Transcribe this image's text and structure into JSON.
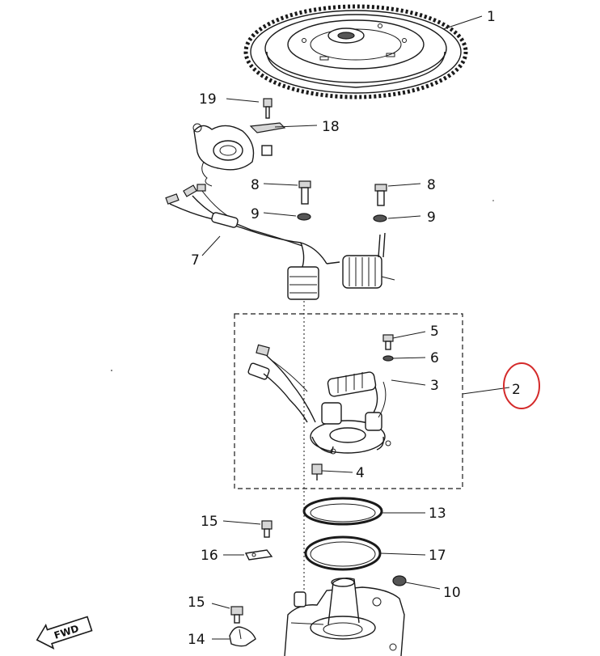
{
  "parts": {
    "p1": "1",
    "p2": "2",
    "p3": "3",
    "p4": "4",
    "p5": "5",
    "p6": "6",
    "p7": "7",
    "p8a": "8",
    "p8b": "8",
    "p9a": "9",
    "p9b": "9",
    "p10": "10",
    "p13": "13",
    "p14": "14",
    "p15a": "15",
    "p15b": "15",
    "p16": "16",
    "p17": "17",
    "p18": "18",
    "p19": "19"
  },
  "fwd_label": "FWD",
  "highlight_color": "#d42a2a"
}
